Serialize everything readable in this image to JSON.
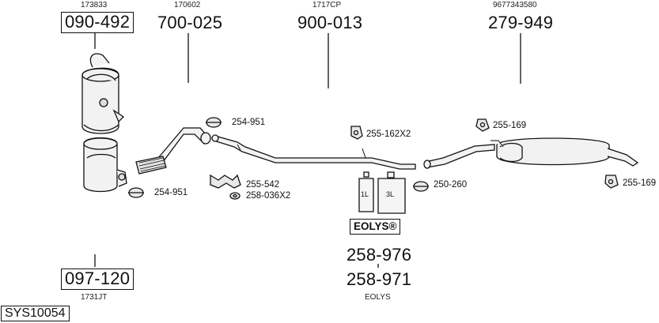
{
  "diagram": {
    "system_code": "SYS10054",
    "parts": [
      {
        "part_no": "090-492",
        "ref": "173833",
        "boxed": true
      },
      {
        "part_no": "700-025",
        "ref": "170602"
      },
      {
        "part_no": "900-013",
        "ref": "1717CP"
      },
      {
        "part_no": "279-949",
        "ref": "9677343580"
      },
      {
        "part_no": "097-120",
        "ref": "1731JT",
        "boxed": true
      },
      {
        "part_no": "258-976"
      },
      {
        "part_no": "258-971",
        "ref": "EOLYS"
      }
    ],
    "hardware": [
      {
        "id": "clamp-a",
        "label": "254-951"
      },
      {
        "id": "clamp-b",
        "label": "254-951"
      },
      {
        "id": "mount-a",
        "label": "255-162X2"
      },
      {
        "id": "mount-b",
        "label": "255-169"
      },
      {
        "id": "mount-c",
        "label": "255-169"
      },
      {
        "id": "bracket-a",
        "label": "255-542"
      },
      {
        "id": "ring-a",
        "label": "258-036X2"
      },
      {
        "id": "clamp-c",
        "label": "250-260"
      }
    ],
    "additive": {
      "brand": "EOLYS®",
      "can_small": "1L",
      "can_large": "3L"
    }
  }
}
